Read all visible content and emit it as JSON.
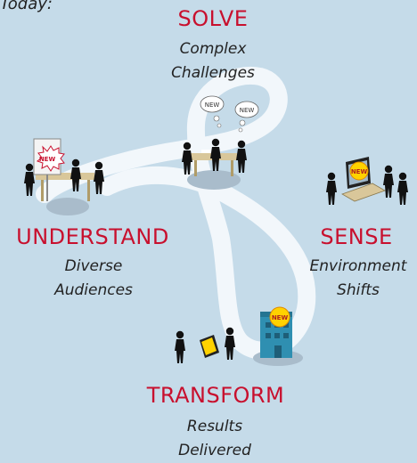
{
  "header_fragment": "Today:",
  "nodes": {
    "solve": {
      "title": "SOLVE",
      "lines": [
        "Complex",
        "Challenges"
      ]
    },
    "understand": {
      "title": "UNDERSTAND",
      "lines": [
        "Diverse",
        "Audiences"
      ]
    },
    "sense": {
      "title": "SENSE",
      "lines": [
        "Environment",
        "Shifts"
      ]
    },
    "transform": {
      "title": "TRANSFORM",
      "lines": [
        "Results",
        "Delivered"
      ]
    }
  },
  "badges": {
    "new": "NEW"
  },
  "colors": {
    "background": "#c5dbe9",
    "loop": "#f2f7fb",
    "title": "#c8102e",
    "figure": "#111111",
    "table": "#d9c79a",
    "badge": "#ffd200",
    "building": "#2f8fb1"
  },
  "icons": [
    "people-meeting-icon",
    "thought-bubble-icon",
    "new-badge-icon",
    "laptop-icon",
    "building-icon",
    "tablet-icon"
  ]
}
